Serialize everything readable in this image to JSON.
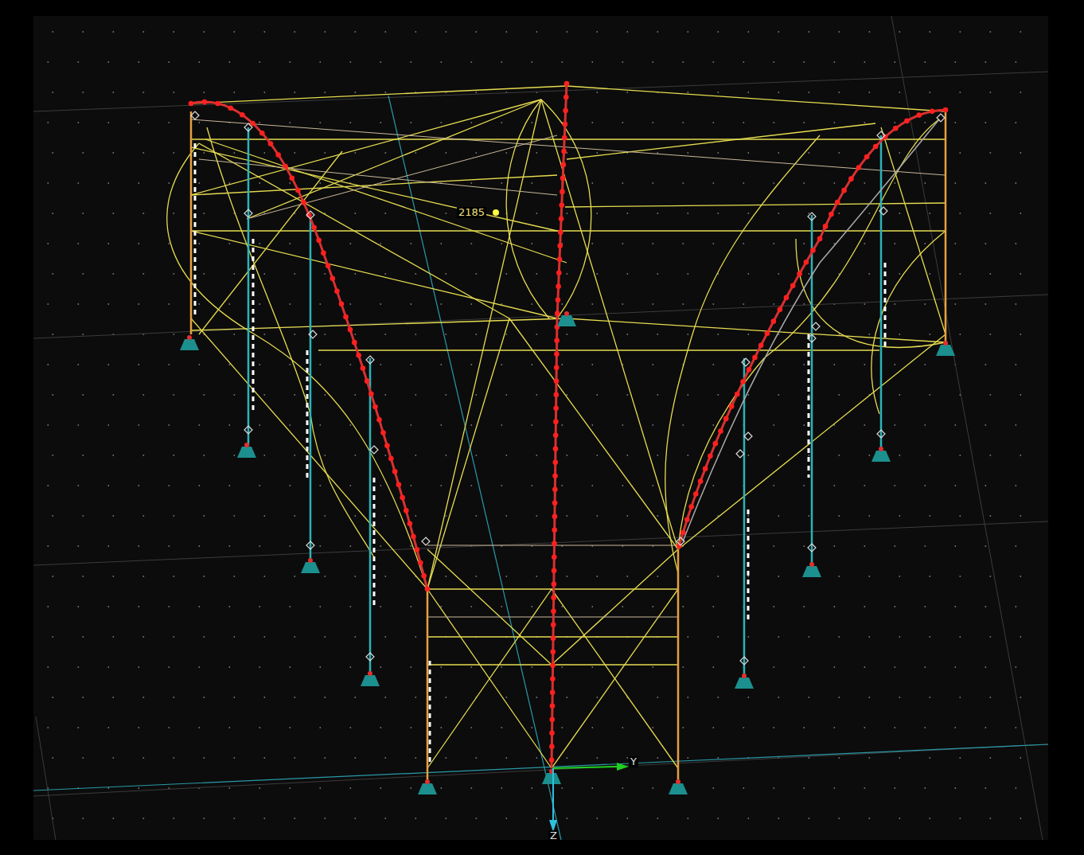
{
  "diagram": {
    "labels": [
      "2185",
      "Y",
      "Z"
    ]
  }
}
